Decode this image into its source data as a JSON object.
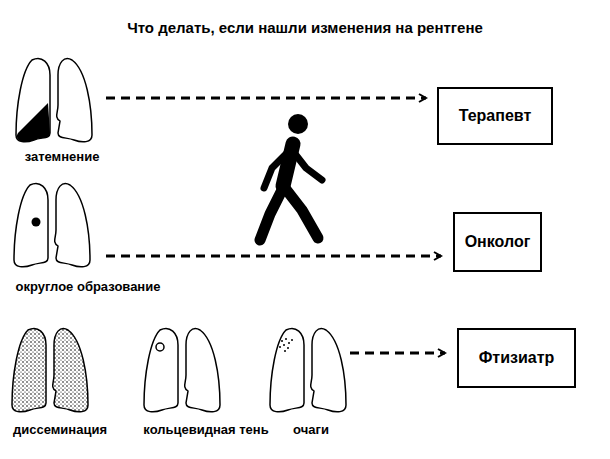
{
  "diagram": {
    "title": "Что делать, если нашли изменения на рентгене",
    "nodes": [
      {
        "text": [
          "Терапевт"
        ]
      },
      {
        "text": [
          "Онколог"
        ]
      },
      {
        "text": [
          "Фтизиатр"
        ]
      }
    ],
    "labels": [
      "затемнение",
      "округлое образование",
      "диссеминация",
      "кольцевидная тень",
      "очаги"
    ]
  }
}
